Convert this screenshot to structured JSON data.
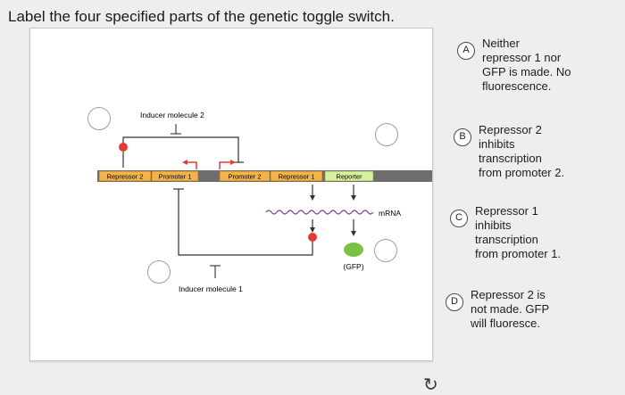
{
  "title": "Label the four specified parts of the genetic toggle switch.",
  "diagram": {
    "inducer_top": "Inducer molecule 2",
    "inducer_bottom": "Inducer molecule 1",
    "segments": [
      "Repressor 2",
      "Promoter 1",
      "Promoter 2",
      "Repressor 1",
      "Reporter"
    ],
    "mrna": "mRNA",
    "gfp": "(GFP)"
  },
  "options": [
    {
      "letter": "A",
      "text": "Neither repressor 1 nor GFP is made. No fluorescence."
    },
    {
      "letter": "B",
      "text": "Repressor 2 inhibits transcription from promoter 2."
    },
    {
      "letter": "C",
      "text": "Repressor 1 inhibits transcription from promoter 1."
    },
    {
      "letter": "D",
      "text": "Repressor 2 is not made. GFP will fluoresce."
    }
  ],
  "colors": {
    "segment_fill": "#f2b24c",
    "reporter_fill": "#d8f0a0",
    "dna_bar": "#6d6d6d",
    "arrow_red": "#e53935",
    "repressor_dot": "#e53935",
    "gfp_dot": "#7cc242"
  },
  "reset_icon": "reset-icon"
}
